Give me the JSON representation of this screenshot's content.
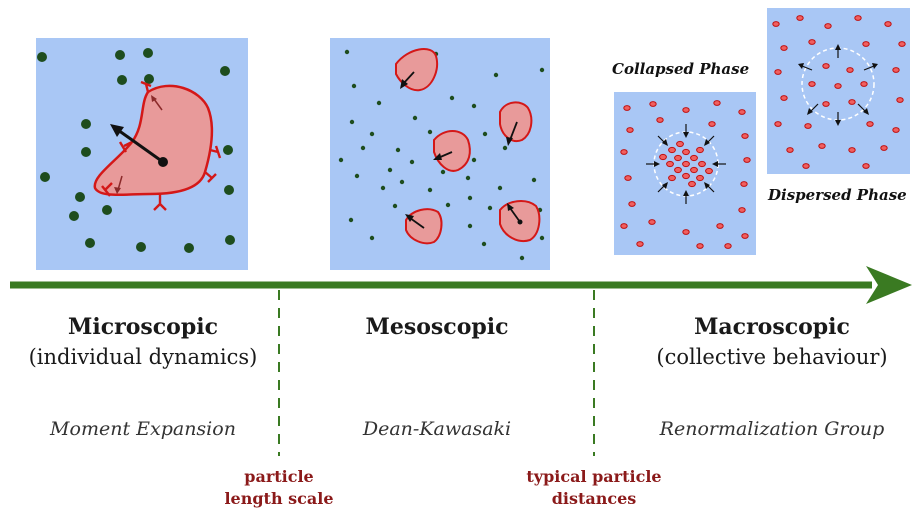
{
  "colors": {
    "panel_bg": "#a9c7f5",
    "arrow_green": "#3a7a22",
    "dot_green": "#1e4d1e",
    "particle_fill": "#e89a9a",
    "particle_stroke": "#d41818",
    "boundary_text": "#8b1a1a"
  },
  "scales": [
    {
      "title": "Microscopic",
      "subtitle": "(individual dynamics)",
      "method": "Moment Expansion"
    },
    {
      "title": "Mesoscopic",
      "subtitle": "",
      "method": "Dean-Kawasaki"
    },
    {
      "title": "Macroscopic",
      "subtitle": "(collective behaviour)",
      "method": "Renormalization Group"
    }
  ],
  "boundaries": [
    {
      "line1": "particle",
      "line2": "length scale"
    },
    {
      "line1": "typical particle",
      "line2": "distances"
    }
  ],
  "phases": {
    "collapsed": "Collapsed Phase",
    "dispersed": "Dispersed Phase"
  }
}
